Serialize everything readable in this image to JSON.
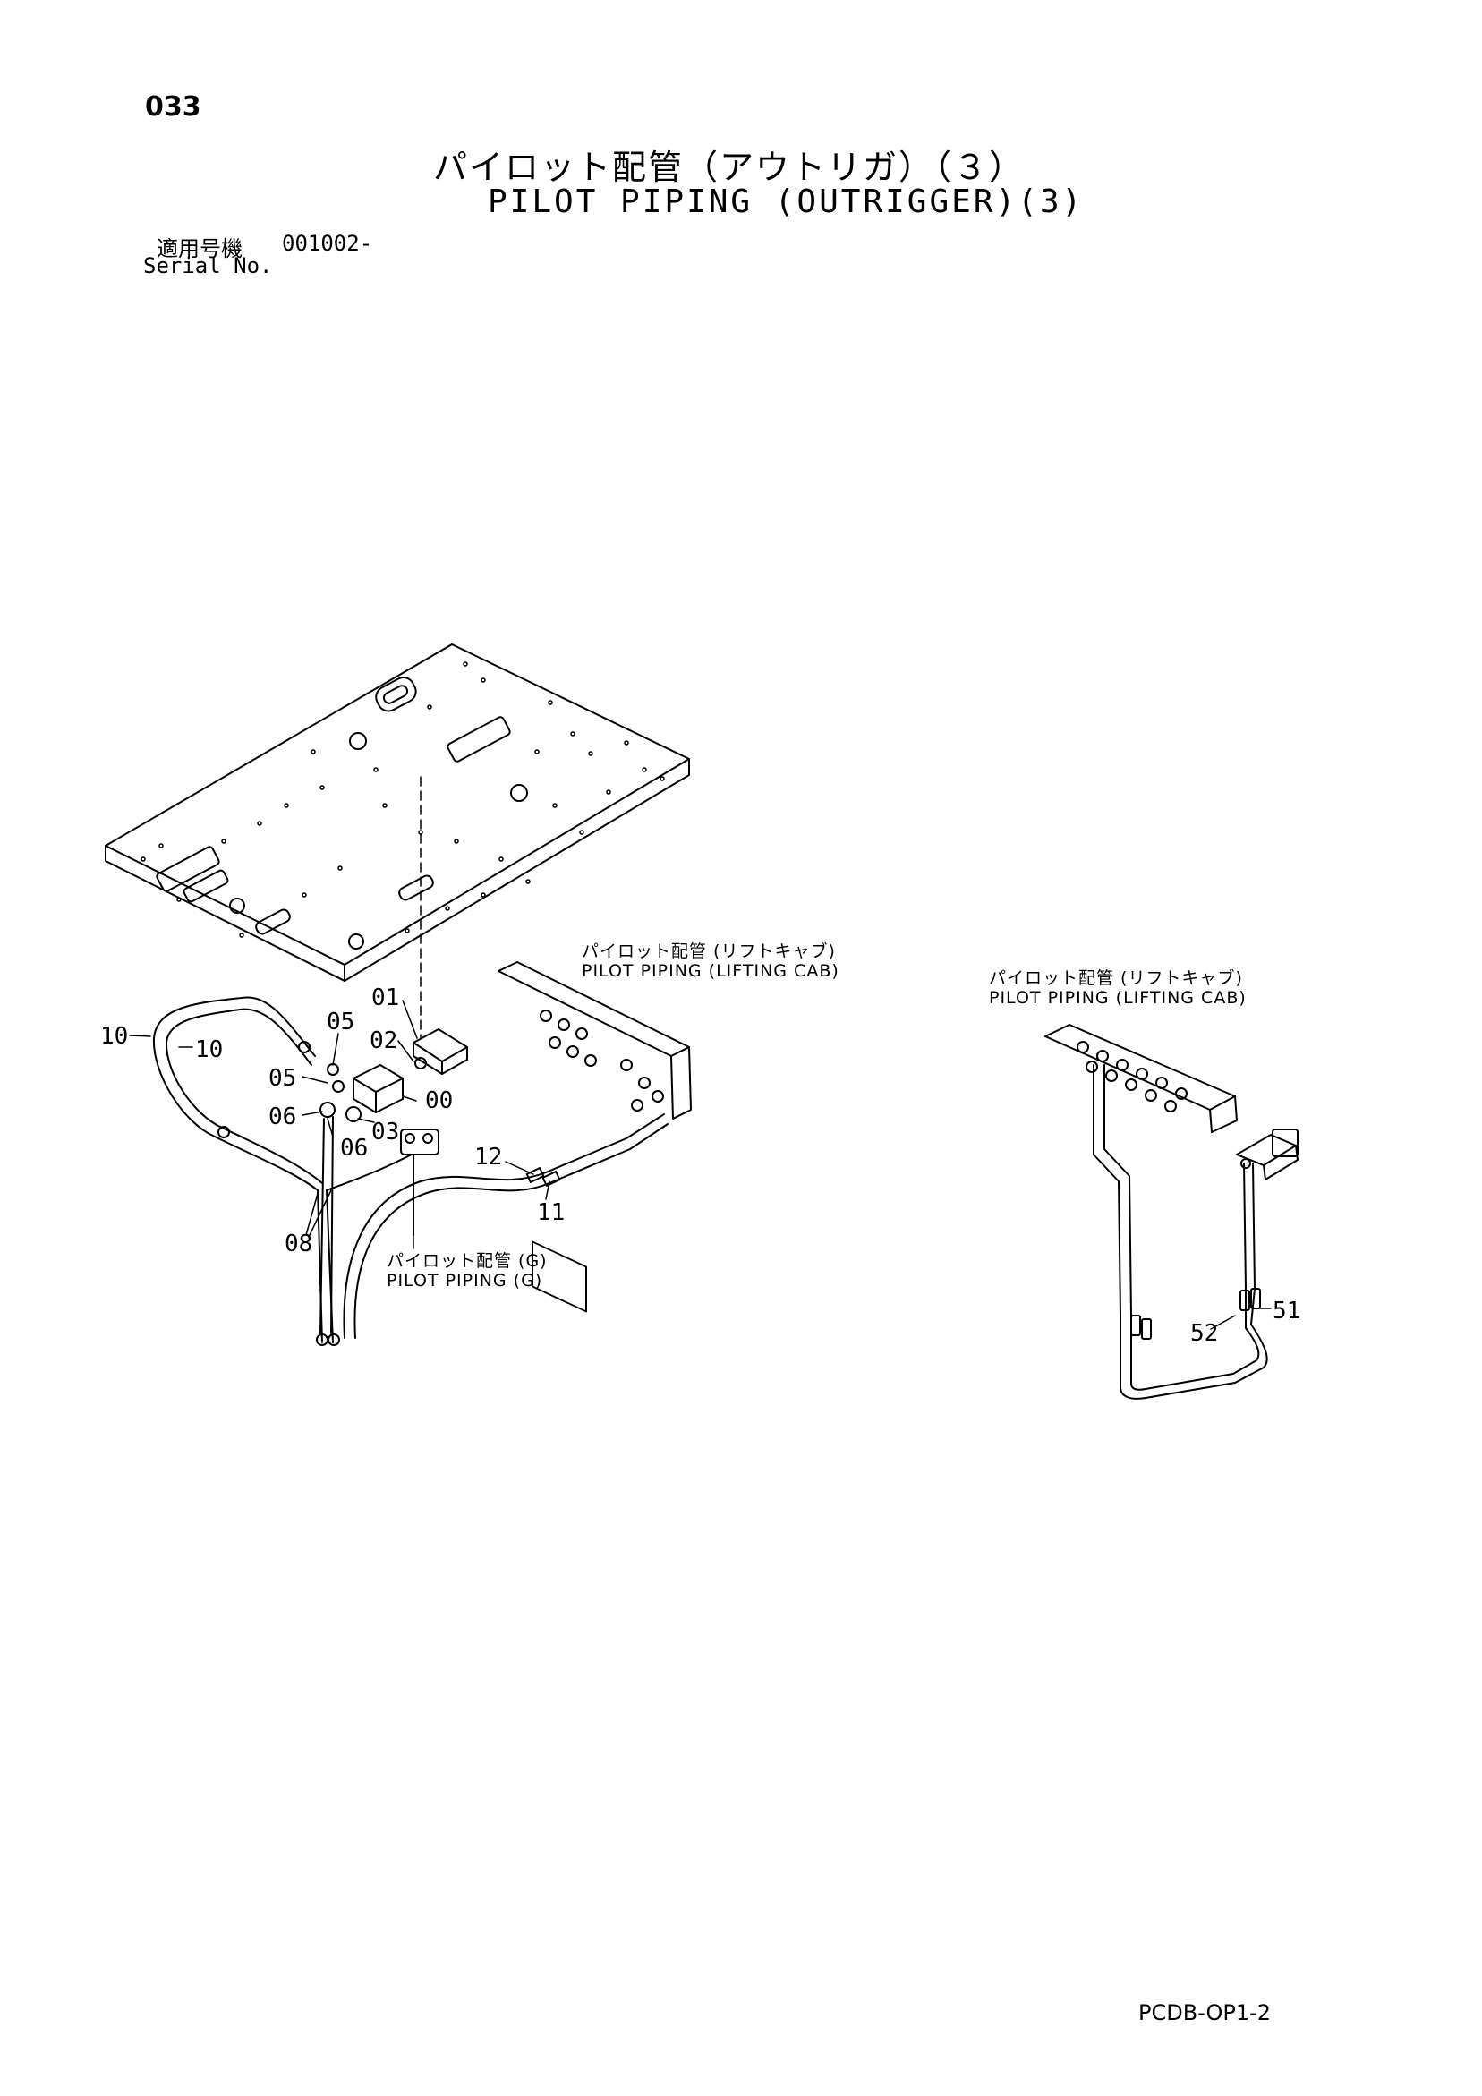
{
  "header": {
    "page_number": "033",
    "title_jp": "パイロット配管（アウトリガ）（３）",
    "title_en": "PILOT PIPING (OUTRIGGER)(3)",
    "serial_label_jp": "適用号機",
    "serial_value": "001002-",
    "serial_label_en": "Serial No."
  },
  "references": {
    "lifting_cab_left": {
      "jp": "パイロット配管 (リフトキャブ)",
      "en": "PILOT PIPING (LIFTING CAB)"
    },
    "lifting_cab_right": {
      "jp": "パイロット配管 (リフトキャブ)",
      "en": "PILOT PIPING (LIFTING CAB)"
    },
    "pilot_g": {
      "jp": "パイロット配管 (G)",
      "en": "PILOT PIPING (G)"
    }
  },
  "part_labels": {
    "p01": "01",
    "p02": "02",
    "p05a": "05",
    "p05b": "05",
    "p00": "00",
    "p06a": "06",
    "p06b": "06",
    "p03": "03",
    "p10a": "10",
    "p10b": "10",
    "p08": "08",
    "p12": "12",
    "p11": "11",
    "p52": "52",
    "p51": "51"
  },
  "footer": {
    "doc_code": "PCDB-OP1-2"
  }
}
